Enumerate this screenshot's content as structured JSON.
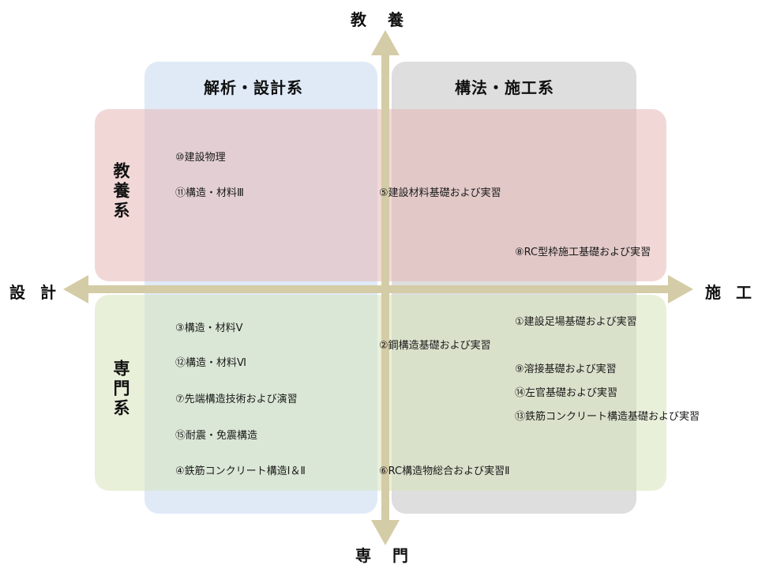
{
  "axes": {
    "top": "教 養",
    "bottom": "専 門",
    "left": "設 計",
    "right": "施 工"
  },
  "headers": {
    "analysis_design": "解析・設計系",
    "construction": "構法・施工系"
  },
  "side_labels": {
    "kyoyo": "教養系",
    "senmon": "専門系"
  },
  "colors": {
    "blue_region": "#C6D9F1",
    "gray_region": "#BEBEBE",
    "pink_region": "#E6B8B7",
    "green_region": "#D7E4BC",
    "axis_arrow": "#D4CCA6"
  },
  "courses": [
    {
      "id": "c10",
      "label": "⑩建設物理"
    },
    {
      "id": "c11",
      "label": "⑪構造・材料Ⅲ"
    },
    {
      "id": "c5",
      "label": "⑤建設材料基礎および実習"
    },
    {
      "id": "c8",
      "label": "⑧RC型枠施工基礎および実習"
    },
    {
      "id": "c3",
      "label": "③構造・材料Ⅴ"
    },
    {
      "id": "c12",
      "label": "⑫構造・材料Ⅵ"
    },
    {
      "id": "c7",
      "label": "⑦先端構造技術および演習"
    },
    {
      "id": "c15",
      "label": "⑮耐震・免震構造"
    },
    {
      "id": "c4",
      "label": "④鉄筋コンクリート構造Ⅰ＆Ⅱ"
    },
    {
      "id": "c2",
      "label": "②鋼構造基礎および実習"
    },
    {
      "id": "c6",
      "label": "⑥RC構造物総合および実習Ⅱ"
    },
    {
      "id": "c1",
      "label": "①建設足場基礎および実習"
    },
    {
      "id": "c9",
      "label": "⑨溶接基礎および実習"
    },
    {
      "id": "c14",
      "label": "⑭左官基礎および実習"
    },
    {
      "id": "c13",
      "label": "⑬鉄筋コンクリート構造基礎および実習"
    }
  ]
}
